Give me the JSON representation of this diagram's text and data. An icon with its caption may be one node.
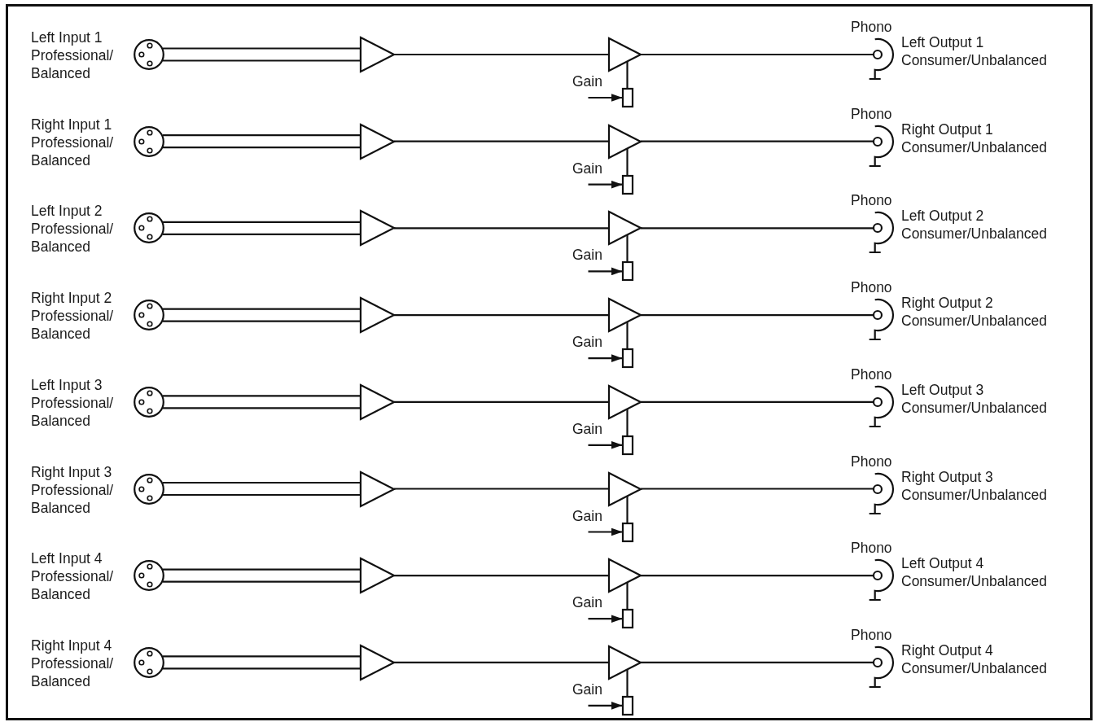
{
  "diagram": {
    "nodes": [
      {
        "text": [],
        "shape": "circle",
        "beside": [
          "Left Input 1",
          "Professional/ Balanced"
        ]
      },
      {
        "text": [],
        "shape": "triangle"
      },
      {
        "text": [],
        "shape": "triangle"
      },
      {
        "text": [],
        "shape": "box"
      },
      {
        "text": [],
        "shape": "jack",
        "beside": [
          "Phono",
          "Left Output 1",
          "Consumer/Unbalanced"
        ]
      },
      {
        "text": [],
        "shape": "circle",
        "beside": [
          "Right Input 1",
          "Professional/ Balanced"
        ]
      },
      {
        "text": [],
        "shape": "triangle"
      },
      {
        "text": [],
        "shape": "triangle"
      },
      {
        "text": [],
        "shape": "box"
      },
      {
        "text": [],
        "shape": "jack",
        "beside": [
          "Phono",
          "Right Output 1",
          "Consumer/Unbalanced"
        ]
      },
      {
        "text": [],
        "shape": "circle",
        "beside": [
          "Left Input 2",
          "Professional/ Balanced"
        ]
      },
      {
        "text": [],
        "shape": "triangle"
      },
      {
        "text": [],
        "shape": "triangle"
      },
      {
        "text": [],
        "shape": "box"
      },
      {
        "text": [],
        "shape": "jack",
        "beside": [
          "Phono",
          "Left Output 2",
          "Consumer/Unbalanced"
        ]
      },
      {
        "text": [],
        "shape": "circle",
        "beside": [
          "Right Input 2",
          "Professional/ Balanced"
        ]
      },
      {
        "text": [],
        "shape": "triangle"
      },
      {
        "text": [],
        "shape": "triangle"
      },
      {
        "text": [],
        "shape": "box"
      },
      {
        "text": [],
        "shape": "jack",
        "beside": [
          "Phono",
          "Right Output 2",
          "Consumer/Unbalanced"
        ]
      },
      {
        "text": [],
        "shape": "circle",
        "beside": [
          "Left Input 3",
          "Professional/ Balanced"
        ]
      },
      {
        "text": [],
        "shape": "triangle"
      },
      {
        "text": [],
        "shape": "triangle"
      },
      {
        "text": [],
        "shape": "box"
      },
      {
        "text": [],
        "shape": "jack",
        "beside": [
          "Phono",
          "Left Output 3",
          "Consumer/Unbalanced"
        ]
      },
      {
        "text": [],
        "shape": "circle",
        "beside": [
          "Right Input 3",
          "Professional/ Balanced"
        ]
      },
      {
        "text": [],
        "shape": "triangle"
      },
      {
        "text": [],
        "shape": "triangle"
      },
      {
        "text": [],
        "shape": "box"
      },
      {
        "text": [],
        "shape": "jack",
        "beside": [
          "Phono",
          "Right Output 3",
          "Consumer/Unbalanced"
        ]
      },
      {
        "text": [],
        "shape": "circle",
        "beside": [
          "Left Input 4",
          "Professional/ Balanced"
        ]
      },
      {
        "text": [],
        "shape": "triangle"
      },
      {
        "text": [],
        "shape": "triangle"
      },
      {
        "text": [],
        "shape": "box"
      },
      {
        "text": [],
        "shape": "jack",
        "beside": [
          "Phono",
          "Left Output 4",
          "Consumer/Unbalanced"
        ]
      },
      {
        "text": [],
        "shape": "circle",
        "beside": [
          "Right Input 4",
          "Professional/ Balanced"
        ]
      },
      {
        "text": [],
        "shape": "triangle"
      },
      {
        "text": [],
        "shape": "triangle"
      },
      {
        "text": [],
        "shape": "box"
      },
      {
        "text": [],
        "shape": "jack",
        "beside": [
          "Phono",
          "Right Output 4",
          "Consumer/Unbalanced"
        ]
      }
    ],
    "edges": [
      {
        "from": 0,
        "to": 1,
        "arrow": "none"
      },
      {
        "from": 1,
        "to": 2,
        "arrow": "none"
      },
      {
        "from": 2,
        "to": 4,
        "arrow": "none"
      },
      {
        "from": 3,
        "to": 2,
        "arrow": "none"
      },
      {
        "from": null,
        "to": 3,
        "arrow": "to"
      },
      {
        "from": 5,
        "to": 6,
        "arrow": "none"
      },
      {
        "from": 6,
        "to": 7,
        "arrow": "none"
      },
      {
        "from": 7,
        "to": 9,
        "arrow": "none"
      },
      {
        "from": 8,
        "to": 7,
        "arrow": "none"
      },
      {
        "from": null,
        "to": 8,
        "arrow": "to"
      },
      {
        "from": 10,
        "to": 11,
        "arrow": "none"
      },
      {
        "from": 11,
        "to": 12,
        "arrow": "none"
      },
      {
        "from": 12,
        "to": 14,
        "arrow": "none"
      },
      {
        "from": 13,
        "to": 12,
        "arrow": "none"
      },
      {
        "from": null,
        "to": 13,
        "arrow": "to"
      },
      {
        "from": 15,
        "to": 16,
        "arrow": "none"
      },
      {
        "from": 16,
        "to": 17,
        "arrow": "none"
      },
      {
        "from": 17,
        "to": 19,
        "arrow": "none"
      },
      {
        "from": 18,
        "to": 17,
        "arrow": "none"
      },
      {
        "from": null,
        "to": 18,
        "arrow": "to"
      },
      {
        "from": 20,
        "to": 21,
        "arrow": "none"
      },
      {
        "from": 21,
        "to": 22,
        "arrow": "none"
      },
      {
        "from": 22,
        "to": 24,
        "arrow": "none"
      },
      {
        "from": 23,
        "to": 22,
        "arrow": "none"
      },
      {
        "from": null,
        "to": 23,
        "arrow": "to"
      },
      {
        "from": 25,
        "to": 26,
        "arrow": "none"
      },
      {
        "from": 26,
        "to": 27,
        "arrow": "none"
      },
      {
        "from": 27,
        "to": 29,
        "arrow": "none"
      },
      {
        "from": 28,
        "to": 27,
        "arrow": "none"
      },
      {
        "from": null,
        "to": 28,
        "arrow": "to"
      },
      {
        "from": 30,
        "to": 31,
        "arrow": "none"
      },
      {
        "from": 31,
        "to": 32,
        "arrow": "none"
      },
      {
        "from": 32,
        "to": 34,
        "arrow": "none"
      },
      {
        "from": 33,
        "to": 32,
        "arrow": "none"
      },
      {
        "from": null,
        "to": 33,
        "arrow": "to"
      },
      {
        "from": 35,
        "to": 36,
        "arrow": "none"
      },
      {
        "from": 36,
        "to": 37,
        "arrow": "none"
      },
      {
        "from": 37,
        "to": 39,
        "arrow": "none"
      },
      {
        "from": 38,
        "to": 37,
        "arrow": "none"
      },
      {
        "from": null,
        "to": 38,
        "arrow": "to"
      }
    ],
    "labels": [
      "Gain",
      "Gain",
      "Gain",
      "Gain",
      "Gain",
      "Gain",
      "Gain",
      "Gain"
    ]
  }
}
